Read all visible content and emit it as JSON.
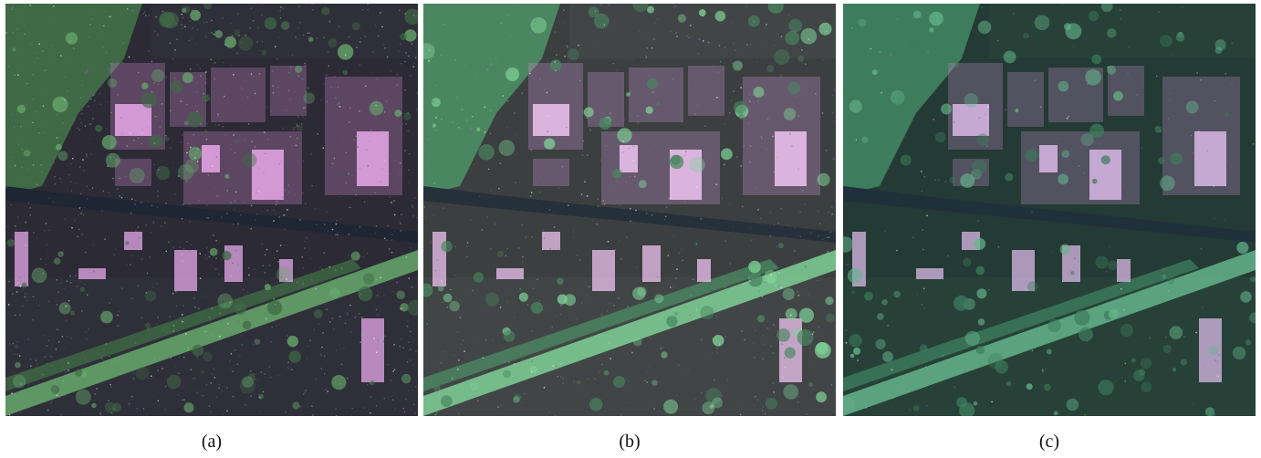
{
  "panels": [
    {
      "id": "a",
      "caption": "(a)",
      "palette": {
        "bg": "#2b2a35",
        "veg": "#3f6a45",
        "veg_bright": "#66a86c",
        "road": "#1f2633",
        "roof": "#b77ab8",
        "roof_bright": "#e7a8e9",
        "field": "#30303a",
        "noise": 0.85
      }
    },
    {
      "id": "b",
      "caption": "(b)",
      "palette": {
        "bg": "#3b3f3f",
        "veg": "#4a8760",
        "veg_bright": "#7fd197",
        "road": "#26303a",
        "roof": "#b989c2",
        "roof_bright": "#f0c4f2",
        "field": "#434647",
        "noise": 0.45
      }
    },
    {
      "id": "c",
      "caption": "(c)",
      "palette": {
        "bg": "#243a34",
        "veg": "#3d7c5c",
        "veg_bright": "#64b58b",
        "road": "#20303a",
        "roof": "#a881b8",
        "roof_bright": "#d9b9e6",
        "field": "#284338",
        "noise": 0.12
      }
    }
  ]
}
